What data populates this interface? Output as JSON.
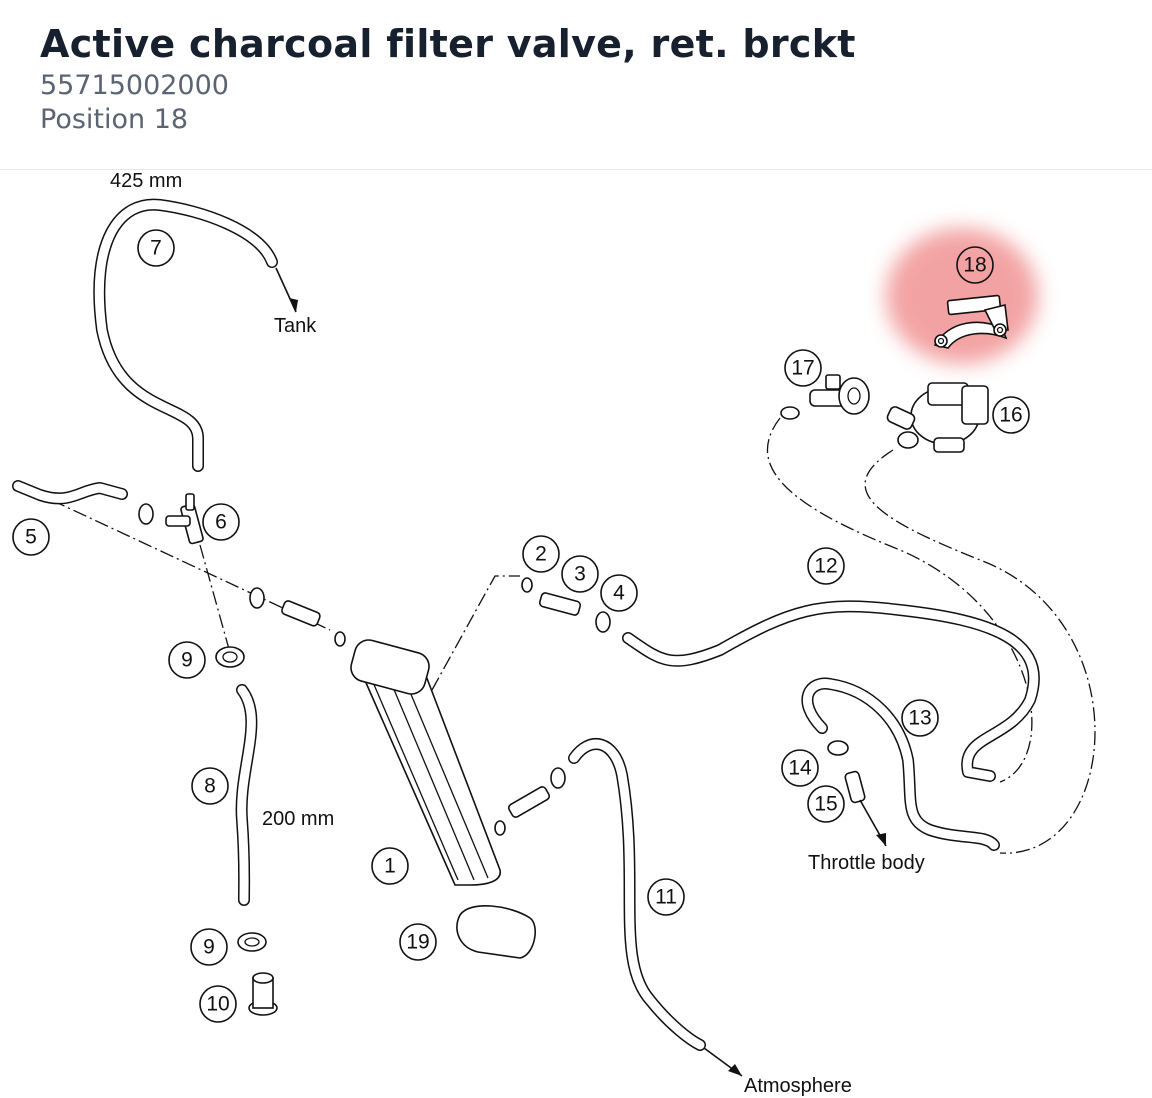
{
  "header": {
    "title": "Active charcoal filter valve, ret. brckt",
    "part_number": "55715002000",
    "position": "Position 18"
  },
  "diagram": {
    "highlight_color": "#f08c8c",
    "labels": {
      "hose_length_top": "425 mm",
      "tank": "Tank",
      "hose_length_left": "200 mm",
      "throttle_body": "Throttle body",
      "atmosphere": "Atmosphere"
    },
    "callouts": {
      "c1": "1",
      "c2": "2",
      "c3": "3",
      "c4": "4",
      "c5": "5",
      "c6": "6",
      "c7": "7",
      "c8": "8",
      "c9a": "9",
      "c9b": "9",
      "c10": "10",
      "c11": "11",
      "c12": "12",
      "c13": "13",
      "c14": "14",
      "c15": "15",
      "c16": "16",
      "c17": "17",
      "c18": "18",
      "c19": "19"
    }
  }
}
